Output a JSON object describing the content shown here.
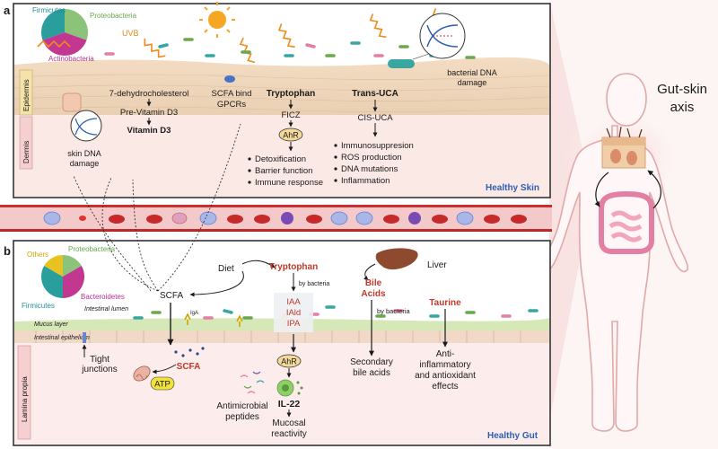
{
  "panel_a": {
    "letter": "a",
    "pie": {
      "labels": [
        "Firmicutes",
        "Proteobacteria",
        "Actinobacteria"
      ],
      "colors": [
        "#2a9d9d",
        "#8cc37a",
        "#c2378f"
      ]
    },
    "uvb": "UVB",
    "layers": [
      "Epidermis",
      "Dermis"
    ],
    "vitd": {
      "l1": "7-dehydrocholesterol",
      "l2": "Pre-Vitamin D3",
      "l3": "Vitamin D3"
    },
    "skin_dna": {
      "l1": "skin DNA",
      "l2": "damage"
    },
    "scfa": {
      "l1": "SCFA bind",
      "l2": "GPCRs"
    },
    "trp": {
      "title": "Tryptophan",
      "ficz": "FICZ",
      "ahr": "AhR",
      "effects": [
        "Detoxification",
        "Barrier function",
        "Immune response"
      ]
    },
    "uca": {
      "title": "Trans-UCA",
      "cis": "CIS-UCA",
      "effects": [
        "Immunosuppresion",
        "ROS production",
        "DNA mutations",
        "Inflammation"
      ]
    },
    "bact_dna": {
      "l1": "bacterial DNA",
      "l2": "damage"
    },
    "footer": "Healthy Skin"
  },
  "panel_b": {
    "letter": "b",
    "pie": {
      "labels": [
        "Others",
        "Proteobacteria",
        "Firmicutes",
        "Bacteroidetes"
      ],
      "colors": [
        "#e8c21f",
        "#8cc37a",
        "#2a9d9d",
        "#c2378f"
      ]
    },
    "diet": "Diet",
    "scfa": "SCFA",
    "scfa2": "SCFA",
    "atp": "ATP",
    "tight": {
      "l1": "Tight",
      "l2": "junctions"
    },
    "lumen": "Intestinal lumen",
    "mucus": "Mucus layer",
    "epithelium": "Intestinal epithelium",
    "lamina": "Lamina propia",
    "iga": "IgA",
    "trp": {
      "title": "Tryptophan",
      "by": "by bacteria",
      "metabolites": [
        "IAA",
        "IAld",
        "IPA"
      ],
      "ahr": "AhR",
      "il22": "IL-22"
    },
    "amp": {
      "l1": "Antimicrobial",
      "l2": "peptides"
    },
    "mucosal": {
      "l1": "Mucosal",
      "l2": "reactivity"
    },
    "liver": "Liver",
    "bile": {
      "l1": "Bile",
      "l2": "Acids",
      "by": "by bacteria",
      "sec1": "Secondary",
      "sec2": "bile acids"
    },
    "taurine": {
      "title": "Taurine",
      "e1": "Anti-",
      "e2": "inflammatory",
      "e3": "and antioxidant",
      "e4": "effects"
    },
    "footer": "Healthy Gut"
  },
  "axis": {
    "l1": "Gut-skin",
    "l2": "axis"
  },
  "colors": {
    "skin_bg": "#f6e6d3",
    "dermis_bg": "#fbe9e6",
    "gut_bg": "#fcecec",
    "vessel": "#d23b3b",
    "panel_border": "#333333",
    "accent_red": "#c0392b",
    "accent_blue": "#2f5fb3",
    "ahr_fill": "#f4d99a",
    "atp_fill": "#f2e23b",
    "body_outline": "#e0a9a9"
  }
}
